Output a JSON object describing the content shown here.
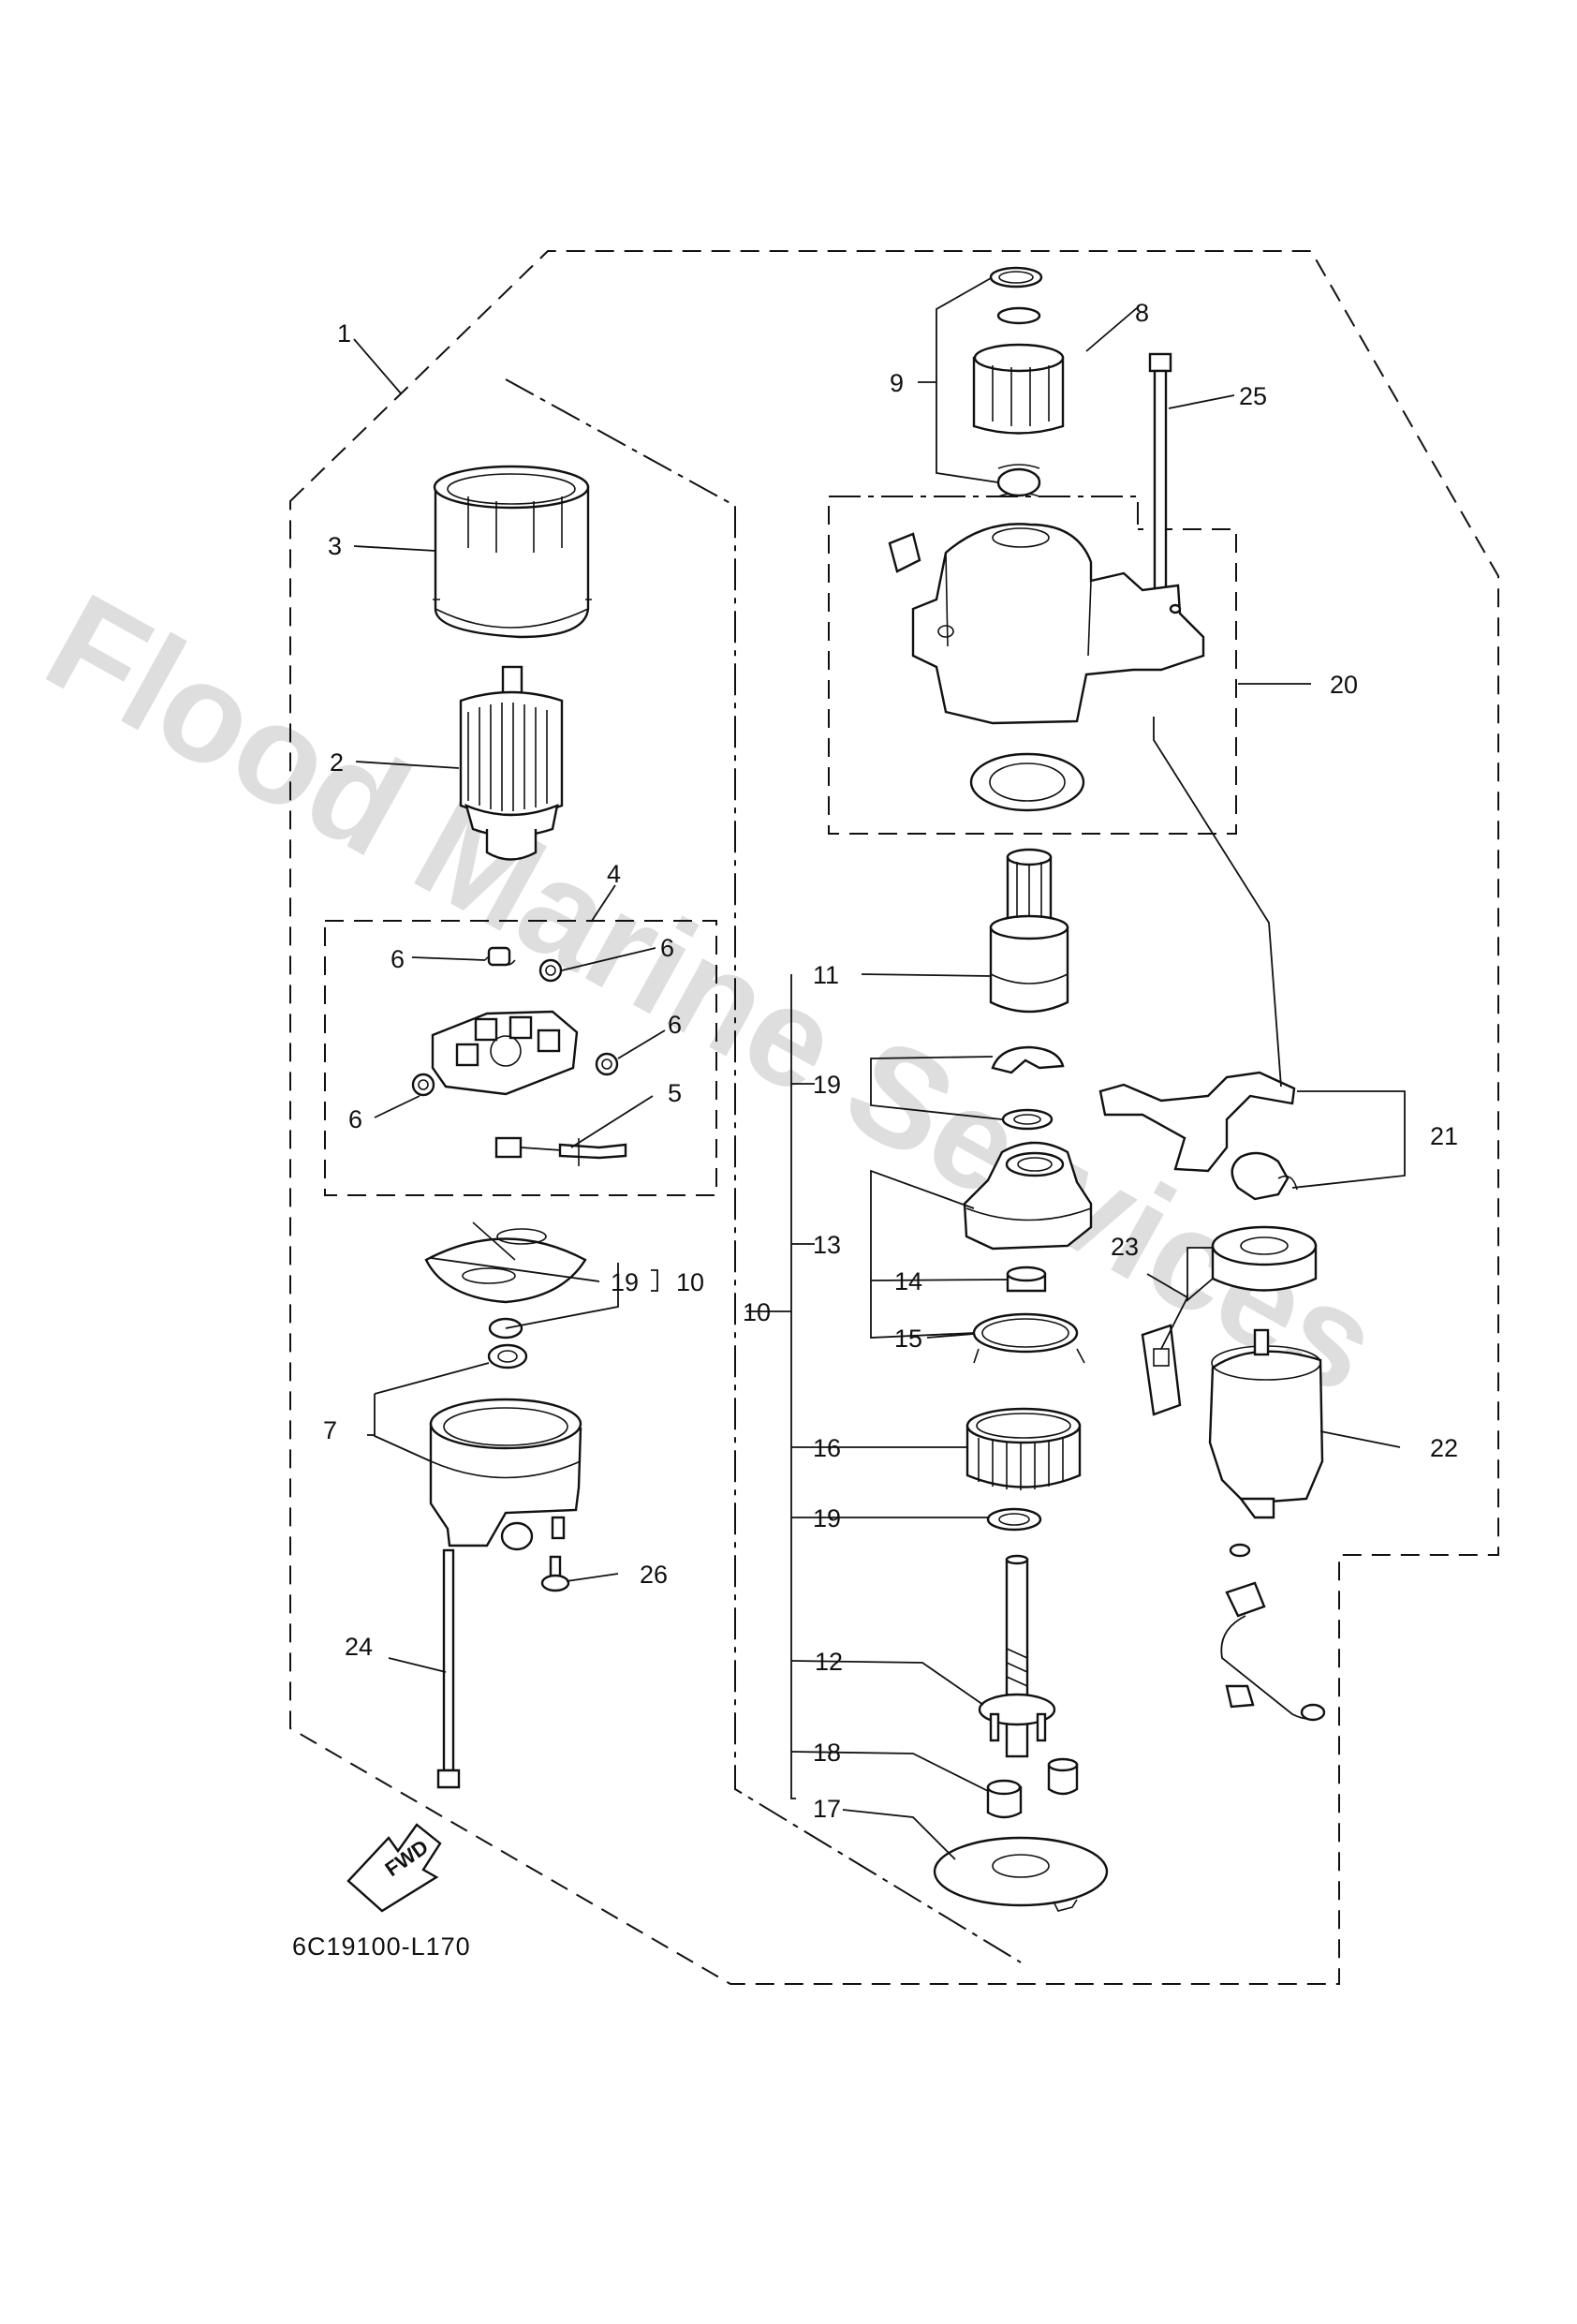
{
  "diagram_code": "6C19100-L170",
  "watermark": "Flood Marine Services",
  "fwd_label": "FWD",
  "callouts": {
    "c1": "1",
    "c2": "2",
    "c3": "3",
    "c4": "4",
    "c5": "5",
    "c6a": "6",
    "c6b": "6",
    "c6c": "6",
    "c6d": "6",
    "c7": "7",
    "c8": "8",
    "c9": "9",
    "c10a": "10",
    "c10b": "10",
    "c11": "11",
    "c12": "12",
    "c13": "13",
    "c14": "14",
    "c15": "15",
    "c16": "16",
    "c17": "17",
    "c18": "18",
    "c19a": "19",
    "c19b": "19",
    "c19c": "19",
    "c20": "20",
    "c21": "21",
    "c22": "22",
    "c23": "23",
    "c24": "24",
    "c25": "25",
    "c26": "26"
  }
}
